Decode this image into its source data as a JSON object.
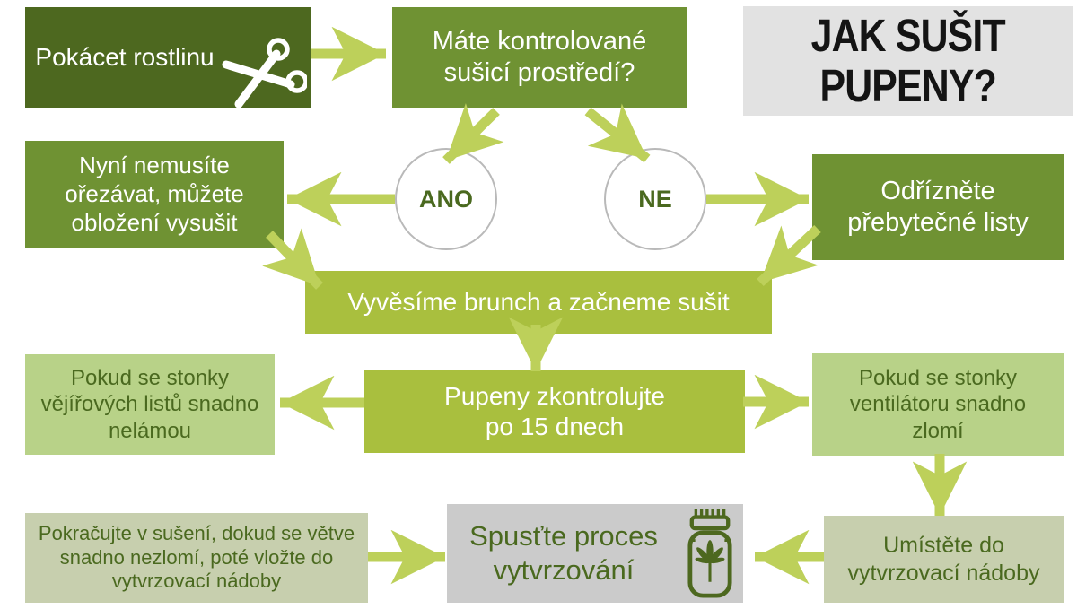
{
  "title": {
    "text": "JAK SUŠIT\nPUPENY?"
  },
  "nodes": {
    "cut_plant": "Pokácet rostlinu",
    "drying_env_question": "Máte kontrolované\nsušicí prostředí?",
    "no_trim_needed": "Nyní nemusíte\nořezávat, můžete\nobložení vysušit",
    "yes": "ANO",
    "no": "NE",
    "cut_excess_leaves": "Odřízněte\npřebytečné listy",
    "hang_and_dry": "Vyvěsíme brunch a začneme sušit",
    "fan_stems_not_break": "Pokud se stonky\nvějířových listů snadno\nnelámou",
    "check_buds": "Pupeny zkontrolujte\npo 15 dnech",
    "fan_stems_break": "Pokud se stonky\nventilátoru snadno\nzlomí",
    "continue_drying": "Pokračujte v sušení, dokud se větve\nsnadno nezlomí, poté vložte do\nvytvrzovací nádoby",
    "start_curing": "Spusťte proces\nvytvrzování",
    "place_in_jar": "Umístěte do\nvytvrzovací nádoby"
  },
  "icons": {
    "scissors": "scissors-icon",
    "curing_jar": "jar-with-cannabis-leaf-icon"
  },
  "colors": {
    "dark_green": "#4d681f",
    "medium_green": "#6f9233",
    "yellow_green": "#a9bf3e",
    "light_green": "#b8d288",
    "sage_green": "#c7cfae",
    "gray_box": "#cbcbcb",
    "title_bg": "#e2e2e2",
    "arrow": "#bdd05a",
    "dark_text": "#4a691f",
    "circle_border": "#b9b9b9"
  }
}
